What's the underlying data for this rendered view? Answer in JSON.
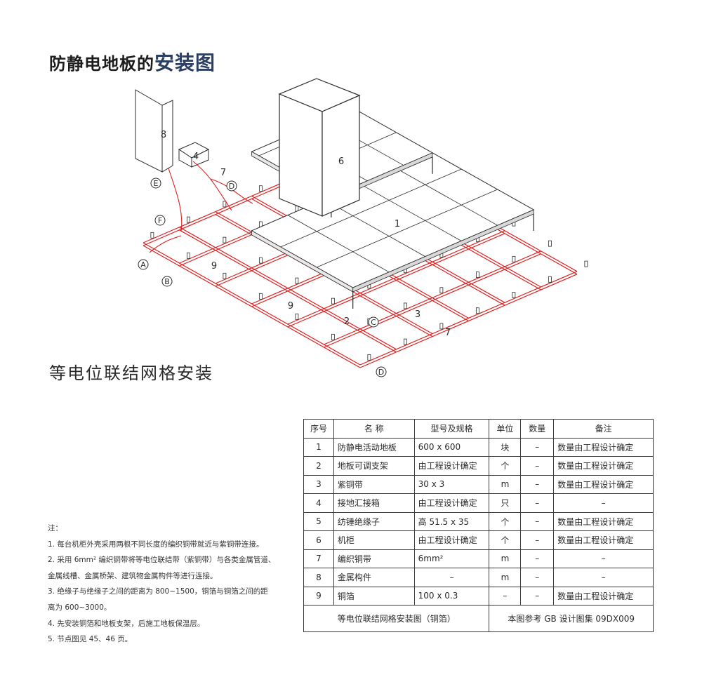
{
  "page": {
    "title_prefix": "防静电地板的",
    "title_accent": "安装图",
    "subtitle": "等电位联结网格安装"
  },
  "colors": {
    "copper_strap": "#e02020",
    "line": "#2a2a2a",
    "title_accent": "#2b3f63"
  },
  "diagram": {
    "numbers": [
      "1",
      "2",
      "3",
      "4",
      "6",
      "7",
      "7",
      "8",
      "9",
      "9"
    ],
    "node_labels": [
      "A",
      "B",
      "C",
      "D",
      "D",
      "E",
      "F"
    ]
  },
  "notes": {
    "heading": "注：",
    "lines": [
      "1. 每台机柜外壳采用两根不同长度的编织铜带就近与紫铜带连接。",
      "2. 采用 6mm² 编织铜带将等电位联结带（紫铜带）与各类金属管道、",
      "金属线槽、金属桥架、建筑物金属构件等进行连接。",
      "3. 绝缘子与绝缘子之间的距离为 800~1500，铜箔与铜箔之间的距",
      "离为 600~3000。",
      "4. 先安装铜箔和地板支架，后施工地板保温层。",
      "5. 节点图见 45、46 页。"
    ]
  },
  "table": {
    "headers": {
      "no": "序号",
      "name": "名 称",
      "spec": "型号及规格",
      "unit": "单位",
      "qty": "数量",
      "remark": "备注"
    },
    "rows": [
      {
        "no": "1",
        "name": "防静电活动地板",
        "spec": "600 x 600",
        "unit": "块",
        "qty": "–",
        "remark": "数量由工程设计确定"
      },
      {
        "no": "2",
        "name": "地板可调支架",
        "spec": "由工程设计确定",
        "unit": "个",
        "qty": "–",
        "remark": "数量由工程设计确定"
      },
      {
        "no": "3",
        "name": "紫铜带",
        "spec": "30 x 3",
        "unit": "m",
        "qty": "–",
        "remark": "数量由工程设计确定"
      },
      {
        "no": "4",
        "name": "接地汇接箱",
        "spec": "由工程设计确定",
        "unit": "只",
        "qty": "–",
        "remark": "–"
      },
      {
        "no": "5",
        "name": "纺锤绝缘子",
        "spec": "高 51.5 x 35",
        "unit": "个",
        "qty": "–",
        "remark": "数量由工程设计确定"
      },
      {
        "no": "6",
        "name": "机柜",
        "spec": "由工程设计确定",
        "unit": "个",
        "qty": "–",
        "remark": "数量由工程设计确定"
      },
      {
        "no": "7",
        "name": "编织铜带",
        "spec": "6mm²",
        "unit": "m",
        "qty": "–",
        "remark": "–"
      },
      {
        "no": "8",
        "name": "金属构件",
        "spec": "–",
        "unit": "m",
        "qty": "–",
        "remark": "–"
      },
      {
        "no": "9",
        "name": "铜箔",
        "spec": "100 x 0.3",
        "unit": "–",
        "qty": "–",
        "remark": "数量由工程设计确定"
      }
    ],
    "footer_left": "等电位联结网格安装图（铜箔）",
    "footer_right": "本图参考 GB 设计图集 09DX009"
  }
}
